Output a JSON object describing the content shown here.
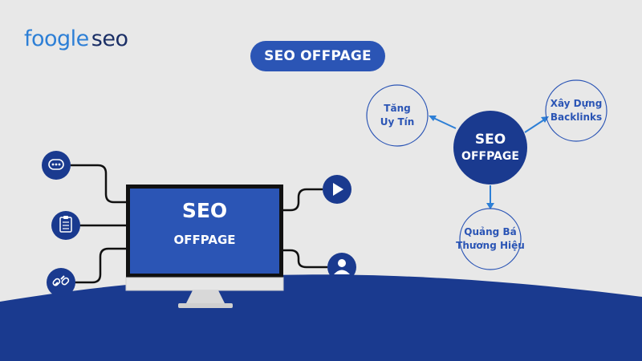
{
  "brand": {
    "logo_part1": "foogle",
    "logo_part2": "seo"
  },
  "header": {
    "badge": "SEO OFFPAGE"
  },
  "diagram": {
    "center": {
      "line1": "SEO",
      "line2": "OFFPAGE"
    },
    "nodes": [
      {
        "line1": "Tăng",
        "line2": "Uy Tín"
      },
      {
        "line1": "Xây Dựng",
        "line2": "Backlinks"
      },
      {
        "line1": "Quảng Bá",
        "line2": "Thương Hiệu"
      }
    ]
  },
  "monitor": {
    "line1": "SEO",
    "line2": "OFFPAGE"
  },
  "icons": [
    "chat-bubble-icon",
    "clipboard-checklist-icon",
    "broken-link-icon",
    "play-icon",
    "user-icon"
  ],
  "colors": {
    "primary": "#2b55b5",
    "navy": "#1a3a8f",
    "background": "#e8e8e8",
    "outline": "#2b55b5"
  }
}
